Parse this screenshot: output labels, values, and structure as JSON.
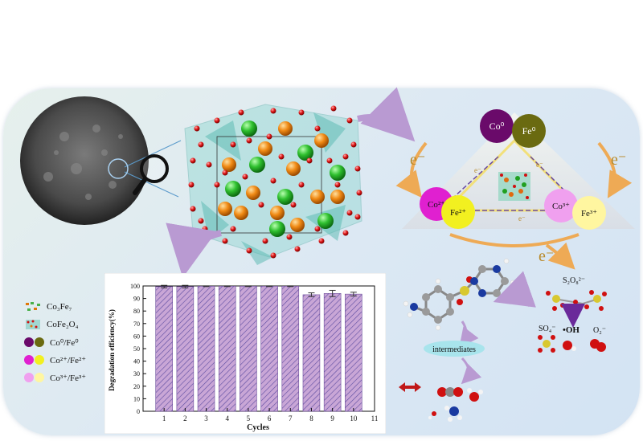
{
  "structure_labels": {
    "ions": [
      {
        "label": "Co⁰",
        "color": "#6a0a6a"
      },
      {
        "label": "Fe⁰",
        "color": "#6a6a10"
      },
      {
        "label": "Co²⁺",
        "color": "#e020d0"
      },
      {
        "label": "Fe²⁺",
        "color": "#f2f020"
      },
      {
        "label": "Co³⁺",
        "color": "#f0a0ef"
      },
      {
        "label": "Fe³⁺",
        "color": "#fff6a0"
      }
    ],
    "electron": "e⁻"
  },
  "reaction": {
    "oxidant": "S₂O₈²⁻",
    "radicals": [
      "SO₄⁻",
      "•OH",
      "O₂⁻"
    ],
    "intermediates_label": "intermediates"
  },
  "legend": [
    {
      "label": "Co₃Fe₇",
      "kind": "alloy"
    },
    {
      "label": "CoFe₂O₄",
      "kind": "spinel"
    },
    {
      "label": "Co⁰/Fe⁰",
      "colors": [
        "#6a0a6a",
        "#6a6a10"
      ]
    },
    {
      "label": "Co²⁺/Fe²⁺",
      "colors": [
        "#e020d0",
        "#f2f020"
      ]
    },
    {
      "label": "Co³⁺/Fe³⁺",
      "colors": [
        "#f0a0ef",
        "#fff6a0"
      ]
    }
  ],
  "chart_data": {
    "type": "bar",
    "xlabel": "Cycles",
    "ylabel": "Degradation efficiency(%)",
    "categories": [
      1,
      2,
      3,
      4,
      5,
      6,
      7,
      8,
      9,
      10
    ],
    "values": [
      99.5,
      99.5,
      99.8,
      99.8,
      99.8,
      99.8,
      99.8,
      93,
      94,
      93.5
    ],
    "errors": [
      1.0,
      1.0,
      0.3,
      0.3,
      0.3,
      0.3,
      0.3,
      1.5,
      2.5,
      1.5
    ],
    "xlim": [
      0,
      11
    ],
    "xticks": [
      1,
      2,
      3,
      4,
      5,
      6,
      7,
      8,
      9,
      10,
      11
    ],
    "ylim": [
      0,
      100
    ],
    "yticks": [
      0,
      10,
      20,
      30,
      40,
      50,
      60,
      70,
      80,
      90,
      100
    ],
    "bar_color": "#c9a6d6",
    "hatch_color": "#5a4aa0"
  }
}
